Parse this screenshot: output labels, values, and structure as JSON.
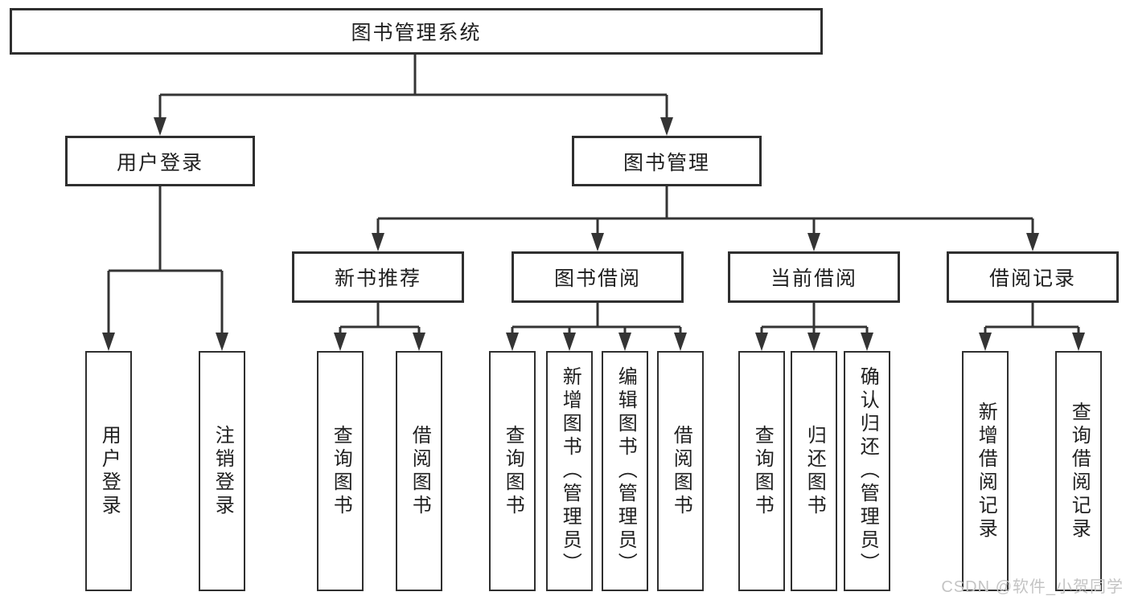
{
  "diagram": {
    "title": "图书管理系统",
    "type": "function-structure-tree",
    "nodes": {
      "root": "图书管理系统",
      "user_login": "用户登录",
      "book_mgmt": "图书管理",
      "new_rec": "新书推荐",
      "borrowing": "图书借阅",
      "current": "当前借阅",
      "records": "借阅记录",
      "leaf_user_login": "用户登录",
      "leaf_logout": "注销登录",
      "leaf_rec_query": "查询图书",
      "leaf_rec_borrow": "借阅图书",
      "leaf_bor_query": "查询图书",
      "leaf_bor_add": "新增图书（管理员）",
      "leaf_bor_edit": "编辑图书（管理员）",
      "leaf_bor_borrow": "借阅图书",
      "leaf_cur_query": "查询图书",
      "leaf_cur_return": "归还图书",
      "leaf_cur_confirm": "确认归还（管理员）",
      "leaf_recd_add": "新增借阅记录",
      "leaf_recd_query": "查询借阅记录"
    },
    "tree": {
      "图书管理系统": {
        "用户登录": [
          "用户登录",
          "注销登录"
        ],
        "图书管理": {
          "新书推荐": [
            "查询图书",
            "借阅图书"
          ],
          "图书借阅": [
            "查询图书",
            "新增图书（管理员）",
            "编辑图书（管理员）",
            "借阅图书"
          ],
          "当前借阅": [
            "查询图书",
            "归还图书",
            "确认归还（管理员）"
          ],
          "借阅记录": [
            "新增借阅记录",
            "查询借阅记录"
          ]
        }
      }
    },
    "colors": {
      "line": "#343434",
      "border": "#2f2f2f",
      "text": "#1f1f1f",
      "background": "#ffffff"
    }
  },
  "watermark": {
    "text": "CSDN @软件_小贺同学",
    "color": "#c4c4c4"
  }
}
